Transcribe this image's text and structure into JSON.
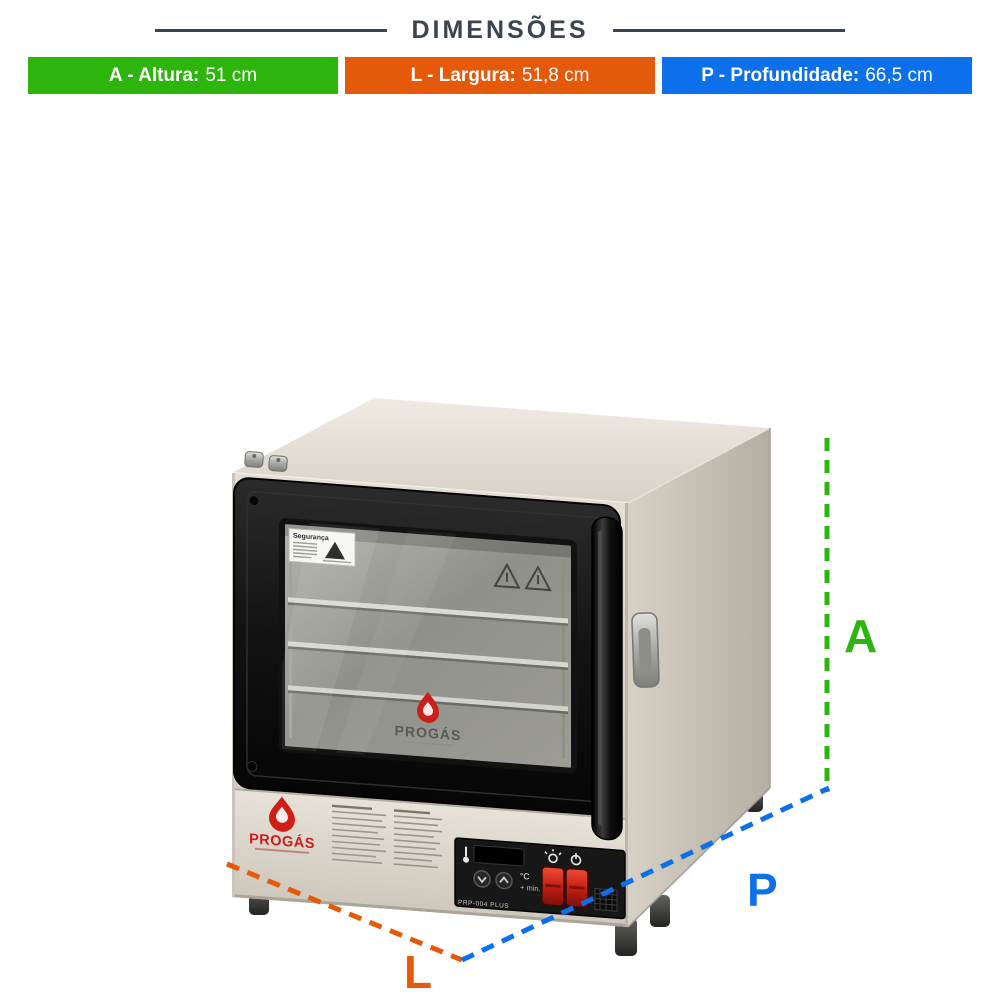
{
  "header": {
    "title": "DIMENSÕES",
    "bars": [
      {
        "key": "A",
        "label": "A - Altura:",
        "value": "51 cm",
        "color": "#2db50d"
      },
      {
        "key": "L",
        "label": "L - Largura:",
        "value": "51,8 cm",
        "color": "#e5590b"
      },
      {
        "key": "P",
        "label": "P - Profundidade:",
        "value": "66,5 cm",
        "color": "#0b70e9"
      }
    ]
  },
  "dimension_lines": {
    "height": {
      "label": "A",
      "color": "#2db50d"
    },
    "width": {
      "label": "L",
      "color": "#e5590b"
    },
    "depth": {
      "label": "P",
      "color": "#0b70e9"
    }
  },
  "oven": {
    "brand": "PROGÁS",
    "door_decal": "PROGÁS",
    "model": "PRP-004 PLUS",
    "safety_sticker": "Segurança",
    "display_unit": "°C",
    "display_min": "+ min."
  }
}
